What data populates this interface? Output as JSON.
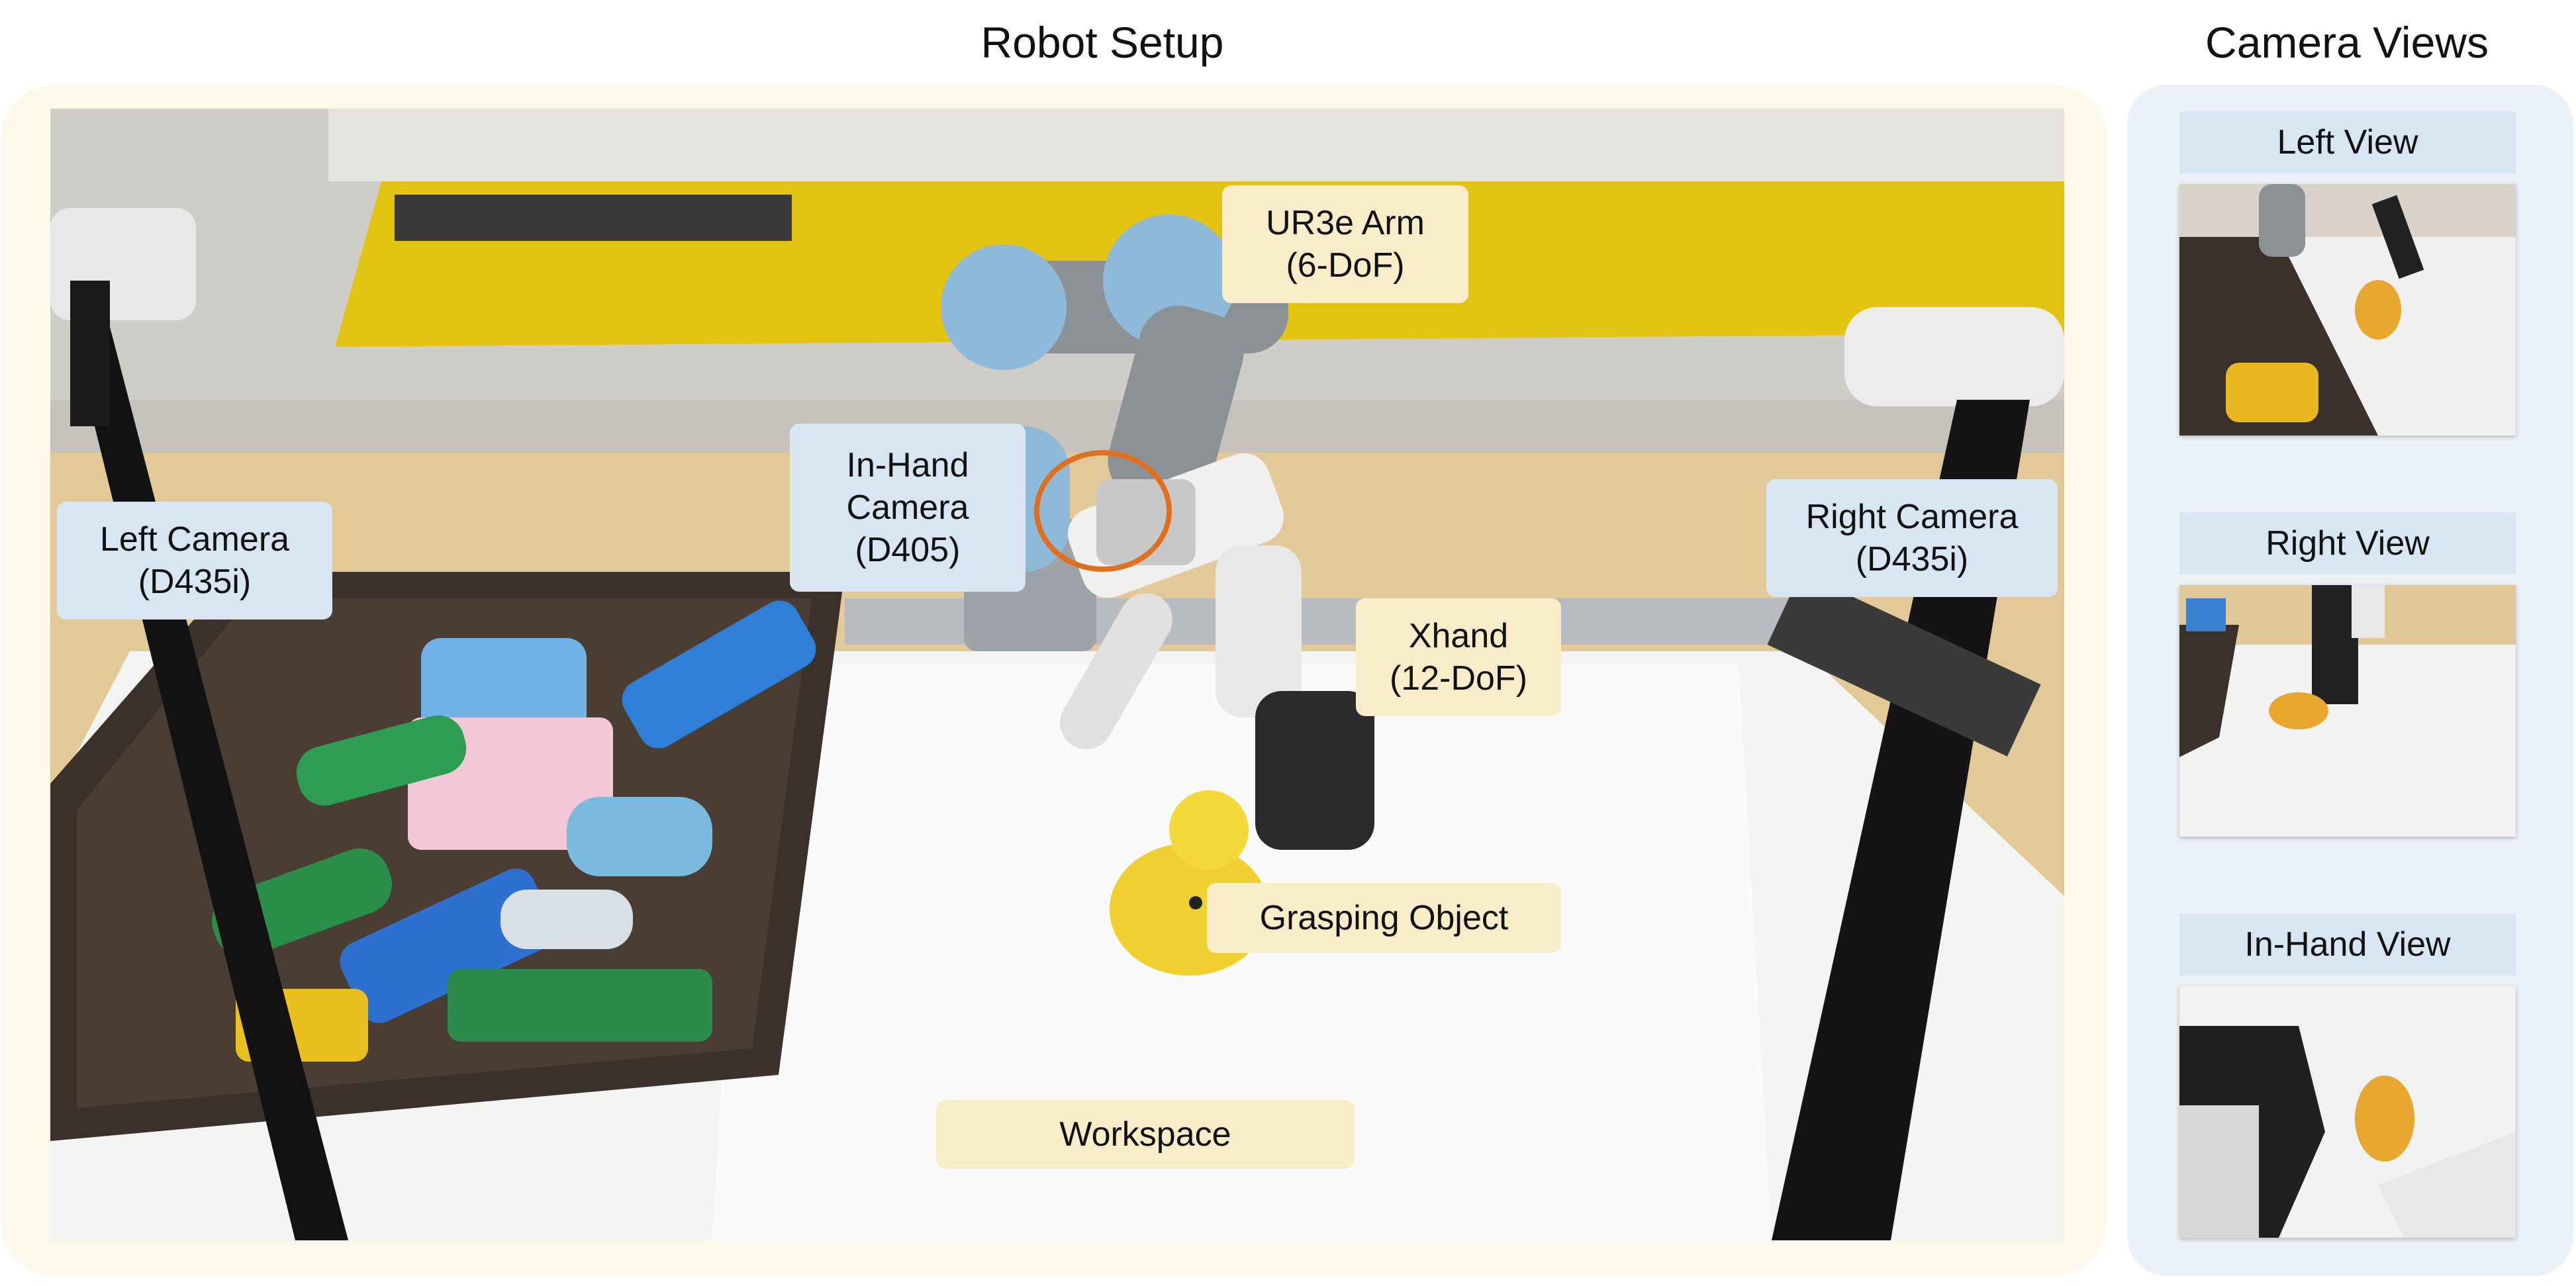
{
  "titles": {
    "setup": "Robot Setup",
    "views": "Camera Views"
  },
  "labels": {
    "ur3e_arm": "UR3e Arm\n(6-DoF)",
    "in_hand_camera": "In-Hand\nCamera\n(D405)",
    "left_camera": "Left Camera\n(D435i)",
    "right_camera": "Right Camera\n(D435i)",
    "xhand": "Xhand\n(12-DoF)",
    "grasping_object": "Grasping Object",
    "workspace": "Workspace"
  },
  "views": {
    "left": "Left  View",
    "right": "Right  View",
    "in_hand": "In-Hand  View"
  },
  "colors": {
    "setup_panel": "#fdf8e9",
    "views_panel": "#eaf1f8",
    "yellow_label": "#f8ecc9",
    "blue_label": "#d8e6f3",
    "highlight_circle": "#e07020"
  }
}
